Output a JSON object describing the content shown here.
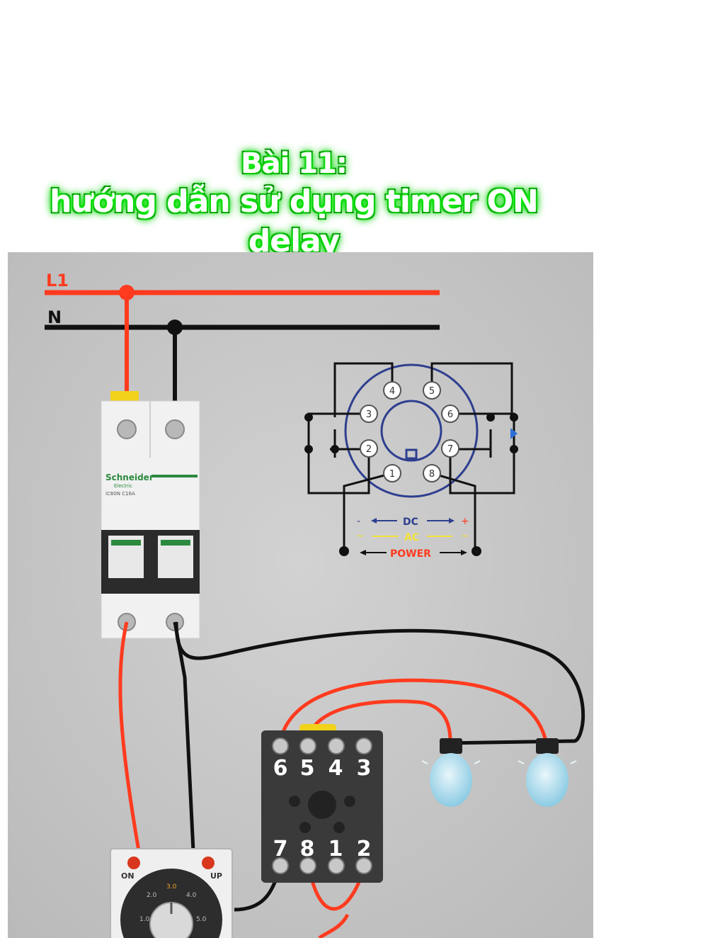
{
  "title": {
    "line1": "Bài 11:",
    "line2": "hướng dẫn sử dụng timer ON delay"
  },
  "diagram": {
    "lines": {
      "l1": "L1",
      "n": "N"
    },
    "breaker": {
      "brand": "Schneider",
      "brand_sub": "Electric",
      "model": "iC60N  C16A"
    },
    "socket_diagram": {
      "pins": [
        "1",
        "2",
        "3",
        "4",
        "5",
        "6",
        "7",
        "8"
      ],
      "dc_label": "DC",
      "ac_label": "AC",
      "power_label": "POWER",
      "minus": "-",
      "plus": "+",
      "tilde": "~"
    },
    "relay_base": {
      "top_terminals": [
        "6",
        "5",
        "4",
        "3"
      ],
      "bottom_terminals": [
        "7",
        "8",
        "1",
        "2"
      ]
    },
    "timer": {
      "on_label": "ON",
      "up_label": "UP",
      "dial_marks": [
        "1.0",
        "2.0",
        "3.0",
        "4.0",
        "5.0"
      ]
    },
    "colors": {
      "live": "#ff3b1f",
      "neutral": "#111111",
      "background": "#c4c4c4",
      "socket_blue": "#2e3f8f"
    }
  }
}
